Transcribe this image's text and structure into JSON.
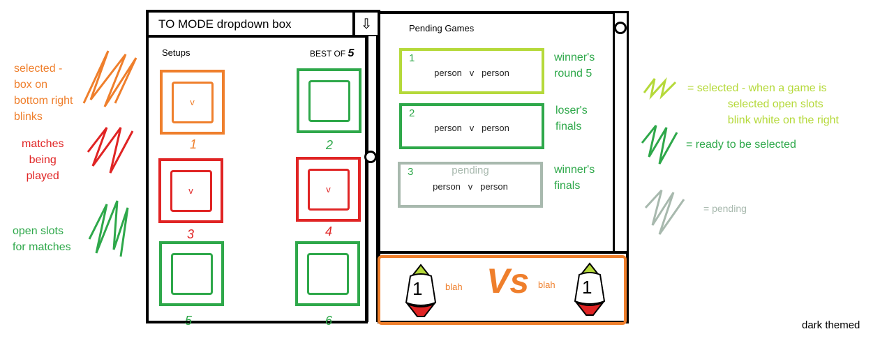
{
  "left_annotations": [
    {
      "text": "selected -\nbox on\nbottom right\nblinks",
      "color": "#ef7f2c"
    },
    {
      "text": "matches\nbeing\nplayed",
      "color": "#e02424"
    },
    {
      "text": "open slots\nfor matches",
      "color": "#2ea84a"
    }
  ],
  "mode_dropdown": {
    "label": "TO MODE dropdown box",
    "arrow": "⇩"
  },
  "setups": {
    "title": "Setups",
    "best_of_label": "BEST OF",
    "best_of_value": "5",
    "boxes": [
      {
        "num": "1",
        "state": "selected",
        "color": "#ef7f2c",
        "inner": "v"
      },
      {
        "num": "2",
        "state": "open",
        "color": "#2ea84a",
        "inner": ""
      },
      {
        "num": "3",
        "state": "playing",
        "color": "#e02424",
        "inner": "v"
      },
      {
        "num": "4",
        "state": "playing",
        "color": "#e02424",
        "inner": "v"
      },
      {
        "num": "5",
        "state": "open",
        "color": "#2ea84a",
        "inner": ""
      },
      {
        "num": "6",
        "state": "open",
        "color": "#2ea84a",
        "inner": ""
      }
    ]
  },
  "pending_games": {
    "title": "Pending Games",
    "games": [
      {
        "num": "1",
        "p1": "person",
        "vs": "v",
        "p2": "person",
        "round": "winner's\nround 5",
        "color": "#b5d93a",
        "status": ""
      },
      {
        "num": "2",
        "p1": "person",
        "vs": "v",
        "p2": "person",
        "round": "loser's\nfinals",
        "color": "#2ea84a",
        "status": ""
      },
      {
        "num": "3",
        "p1": "person",
        "vs": "v",
        "p2": "person",
        "round": "winner's\nfinals",
        "color": "#a8b9ae",
        "status": "pending"
      }
    ]
  },
  "match": {
    "left_name": "blah",
    "right_name": "blah",
    "vs": "Vs",
    "left_score": "1",
    "right_score": "1"
  },
  "legend": [
    {
      "text": "= selected - when a game is\n             selected open slots\n             blink white on the right",
      "color": "#b5d93a"
    },
    {
      "text": "= ready to be selected",
      "color": "#2ea84a"
    },
    {
      "text": "= pending",
      "color": "#a8b9ae"
    }
  ],
  "footer_note": "dark themed"
}
